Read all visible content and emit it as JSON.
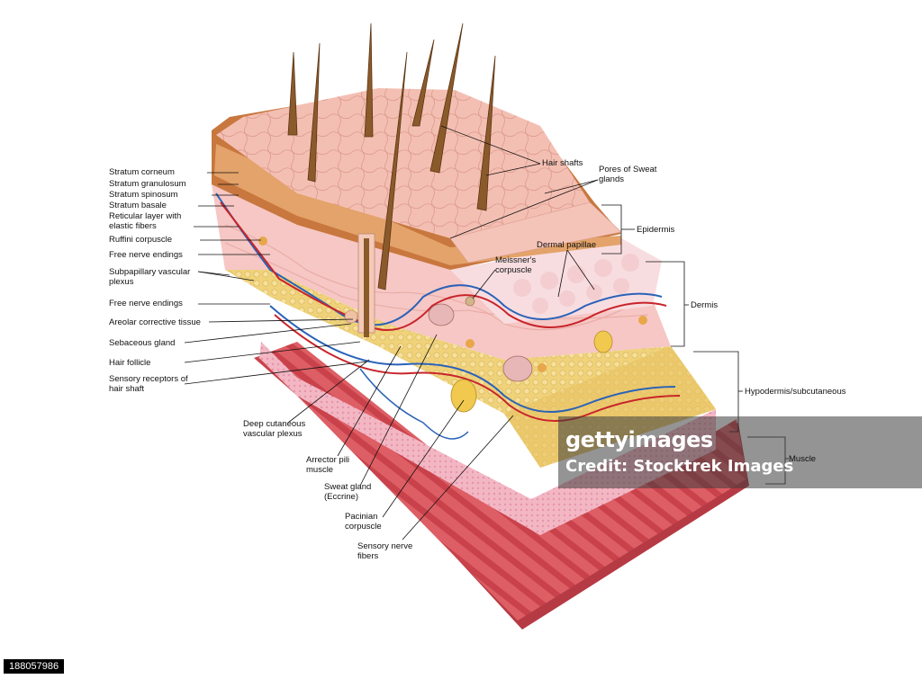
{
  "labels_left": [
    {
      "key": "stratum_corneum",
      "text": "Stratum corneum"
    },
    {
      "key": "stratum_granulosum",
      "text": "Stratum granulosum"
    },
    {
      "key": "stratum_spinosum",
      "text": "Stratum spinosum"
    },
    {
      "key": "stratum_basale",
      "text": "Stratum basale"
    },
    {
      "key": "reticular_layer",
      "text": "Reticular layer with elastic fibers"
    },
    {
      "key": "ruffini",
      "text": "Ruffini corpuscle"
    },
    {
      "key": "free_nerve_1",
      "text": "Free nerve endings"
    },
    {
      "key": "subpapillary",
      "text": "Subpapillary vascular plexus"
    },
    {
      "key": "free_nerve_2",
      "text": "Free nerve endings"
    },
    {
      "key": "areolar",
      "text": "Areolar corrective tissue"
    },
    {
      "key": "sebaceous",
      "text": "Sebaceous gland"
    },
    {
      "key": "hair_follicle",
      "text": "Hair follicle"
    },
    {
      "key": "sensory_receptors",
      "text": "Sensory receptors of hair shaft"
    }
  ],
  "labels_bottom": [
    {
      "key": "deep_cutaneous",
      "text": "Deep cutaneous vascular plexus"
    },
    {
      "key": "arrector",
      "text": "Arrector pili muscle"
    },
    {
      "key": "sweat_gland",
      "text": "Sweat gland (Eccrine)"
    },
    {
      "key": "pacinian",
      "text": "Pacinian corpuscle"
    },
    {
      "key": "sensory_nerve",
      "text": "Sensory nerve fibers"
    }
  ],
  "labels_top": [
    {
      "key": "hair_shafts",
      "text": "Hair shafts"
    },
    {
      "key": "pores",
      "text": "Pores of Sweat glands"
    },
    {
      "key": "dermal_papillae",
      "text": "Dermal papillae"
    },
    {
      "key": "meissner",
      "text": "Meissner's corpuscle"
    }
  ],
  "labels_right": [
    {
      "key": "epidermis",
      "text": "Epidermis"
    },
    {
      "key": "dermis",
      "text": "Dermis"
    },
    {
      "key": "hypodermis",
      "text": "Hypodermis/subcutaneous"
    },
    {
      "key": "muscle",
      "text": "Muscle"
    }
  ],
  "watermark": {
    "brand": "gettyimages",
    "credit": "Credit: Stocktrek Images",
    "image_number": "188057986"
  },
  "colors": {
    "skin_surface": "#f2b9ad",
    "epidermis_brown": "#c8773e",
    "dermis_pink": "#f6c7c4",
    "fat_yellow": "#efd27a",
    "subcutaneous_pink": "#f3b7c4",
    "muscle_red": "#d9565c",
    "vein_blue": "#2a62b8",
    "artery_red": "#c8242a"
  }
}
